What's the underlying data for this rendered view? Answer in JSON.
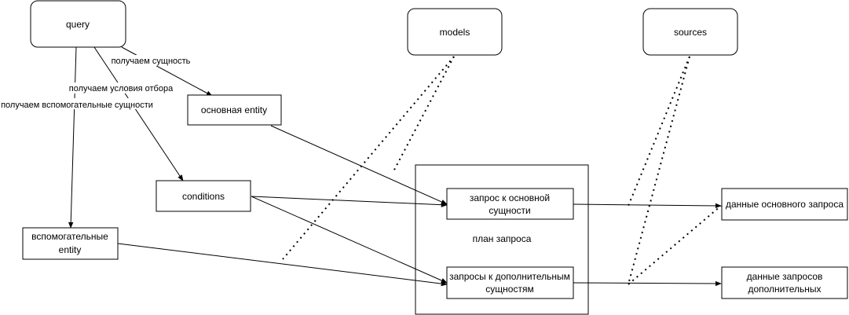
{
  "nodes": {
    "query": "query",
    "models": "models",
    "sources": "sources",
    "main_entity": "основная entity",
    "conditions": "conditions",
    "aux_entity_line1": "вспомогательные",
    "aux_entity_line2": "entity",
    "plan": "план запроса",
    "main_request_line1": "запрос к основной",
    "main_request_line2": "сущности",
    "extra_requests_line1": "запросы к дополнительным",
    "extra_requests_line2": "сущностям",
    "main_data": "данные основного запроса",
    "extra_data_line1": "данные запросов",
    "extra_data_line2": "дополнительных"
  },
  "edge_labels": {
    "get_entity": "получаем  сущность",
    "get_conditions": "получаем  условия отбора",
    "get_aux": "получаем  вспомогательные сущности"
  }
}
